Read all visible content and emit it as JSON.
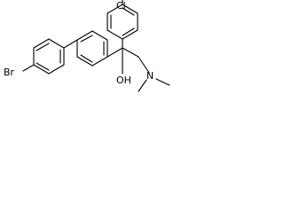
{
  "molecule": {
    "atoms": {
      "bromine": "Br",
      "chlorine": "Cl",
      "hydroxyl": "OH",
      "nitrogen": "N"
    }
  },
  "colors": {
    "bond": "#000000",
    "label": "#000000",
    "background": "#ffffff"
  }
}
